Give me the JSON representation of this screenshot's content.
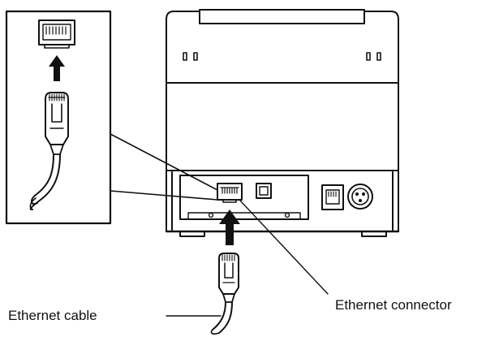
{
  "labels": {
    "ethernet_cable": "Ethernet cable",
    "ethernet_connector": "Ethernet connector"
  },
  "colors": {
    "line": "#111111",
    "background": "#ffffff",
    "arrow": "#111111"
  },
  "icons": [
    "printer-outline",
    "rj45-port-icon",
    "rj45-plug-icon",
    "usb-b-port-icon",
    "rj11-port-icon",
    "dc-power-jack-icon",
    "insert-arrow-icon"
  ]
}
